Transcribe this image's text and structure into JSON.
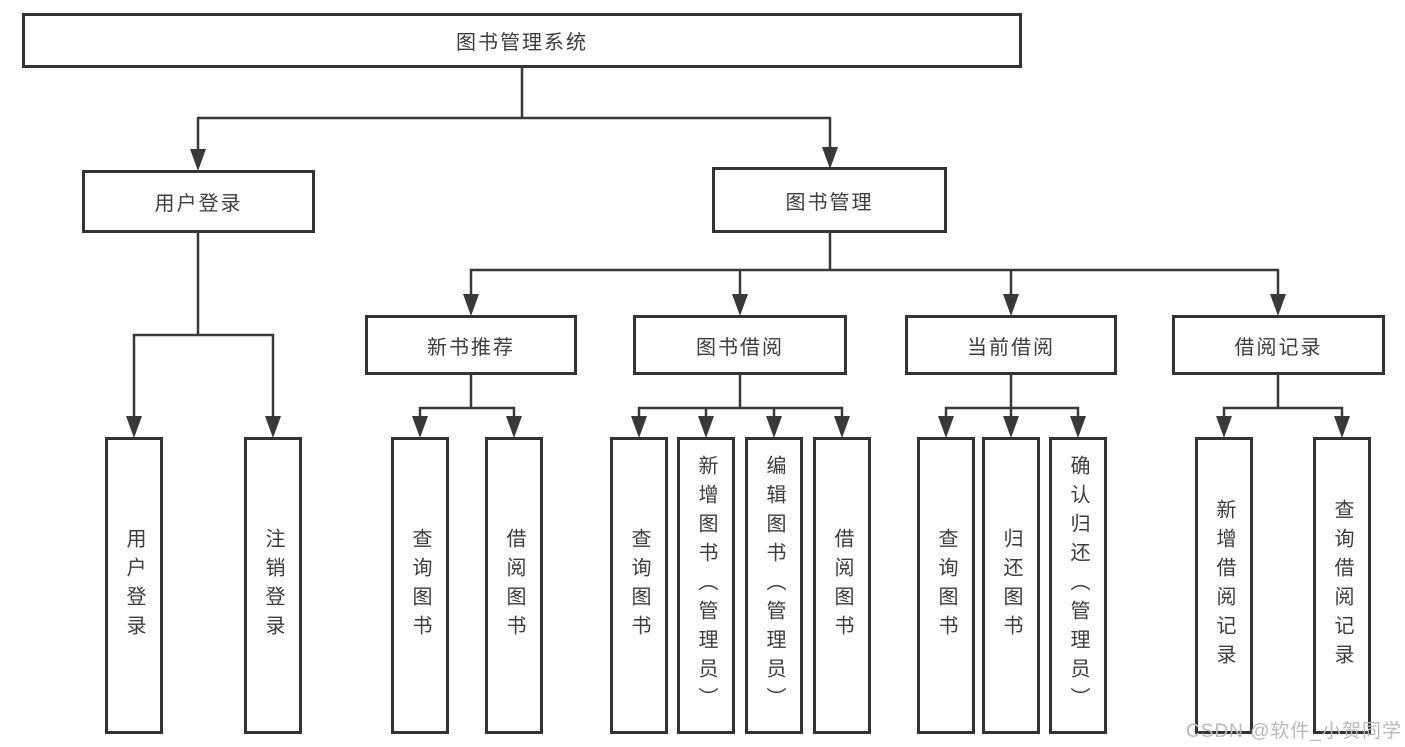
{
  "diagram": {
    "title": "图书管理系统",
    "nodes": {
      "root": "图书管理系统",
      "user_login": "用户登录",
      "book_management": "图书管理",
      "new_book_recommend": "新书推荐",
      "book_borrowing": "图书借阅",
      "current_borrowing": "当前借阅",
      "borrowing_records": "借阅记录",
      "leaf_user_login": "用户登录",
      "leaf_logout": "注销登录",
      "leaf_query_books_rec": "查询图书",
      "leaf_borrow_books_rec": "借阅图书",
      "leaf_query_books_borrow": "查询图书",
      "leaf_add_books_admin": "新增图书（管理员）",
      "leaf_edit_books_admin": "编辑图书（管理员）",
      "leaf_borrow_books_borrow": "借阅图书",
      "leaf_query_books_current": "查询图书",
      "leaf_return_books": "归还图书",
      "leaf_confirm_return_admin": "确认归还（管理员）",
      "leaf_add_borrow_record": "新增借阅记录",
      "leaf_query_borrow_record": "查询借阅记录"
    },
    "colors": {
      "line": "#383838",
      "box_border": "#333333",
      "text": "#3c3c3c",
      "watermark": "#b9b9b9",
      "background": "#ffffff"
    }
  },
  "watermark": "CSDN @软件_小贺同学"
}
